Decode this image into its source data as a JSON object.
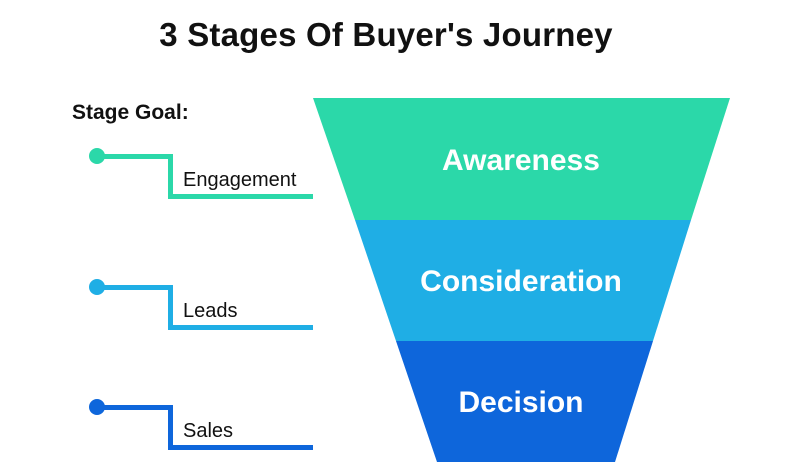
{
  "page": {
    "title": "3 Stages Of Buyer's Journey"
  },
  "colors": {
    "stage1_teal": "#2BD8A9",
    "stage2_light_blue": "#1FAEE5",
    "stage3_blue": "#0E66DB",
    "title_text": "#111111",
    "goal_label_text": "#111111",
    "funnel_label_text": "#FFFFFF",
    "background": "#FFFFFF"
  },
  "stage_goal": {
    "heading": "Stage Goal:",
    "items": [
      {
        "label": "Engagement",
        "color": "#2BD8A9"
      },
      {
        "label": "Leads",
        "color": "#1FAEE5"
      },
      {
        "label": "Sales",
        "color": "#0E66DB"
      }
    ]
  },
  "funnel": {
    "stages": [
      {
        "label": "Awareness",
        "color": "#2BD8A9"
      },
      {
        "label": "Consideration",
        "color": "#1FAEE5"
      },
      {
        "label": "Decision",
        "color": "#0E66DB"
      }
    ]
  }
}
